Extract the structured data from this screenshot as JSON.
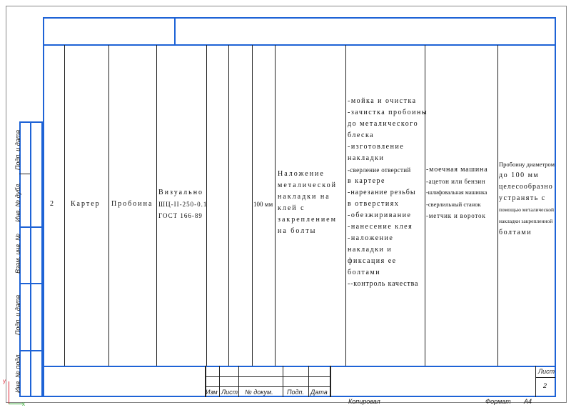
{
  "table": {
    "row": {
      "num": "2",
      "part": "Картер",
      "defect": "Пробоина",
      "method": [
        "Визуально",
        "ШЦ-II-250-0.1",
        "ГОСТ 166-89"
      ],
      "size": "100 мм",
      "repair": [
        "Наложение",
        "металической",
        "накладки на",
        "клей с",
        "закреплением",
        "на болты"
      ],
      "operations": [
        "-мойка и очистка",
        "-зачистка пробоины",
        "до металического",
        "блеска",
        "-изготовление",
        "накладки",
        "-сверление отверстий",
        "в картере",
        "-нарезание резьбы",
        "в отверстиях",
        "-обезжиривание",
        "-нанесение клея",
        "-наложение",
        "накладки и",
        "фиксация ее",
        "болтами",
        "--контроль качества"
      ],
      "equipment": [
        "-моечная машина",
        "-ацетон или бензин",
        "-шлифовальная машинка",
        "-сверлильный станок",
        "-метчик и вороток"
      ],
      "notes": [
        "Пробоину диаметром",
        "до 100 мм",
        "целесообразно",
        "устранять с",
        "помощью металической",
        "накладки закрепленной",
        "болтами"
      ]
    }
  },
  "side_labels": [
    "Подп. и дата",
    "Инв. № дубл.",
    "Взам. инв. №",
    "Подп. и дата",
    "Инв. № подл."
  ],
  "stamp": {
    "headers": [
      "Изм",
      "Лист",
      "№ докум.",
      "Подп.",
      "Дата"
    ],
    "sheet_label": "Лист",
    "sheet_num": "2",
    "copied": "Копировал",
    "format_label": "Формат",
    "format_value": "А4"
  },
  "axis": {
    "y": "y",
    "x": "x"
  }
}
